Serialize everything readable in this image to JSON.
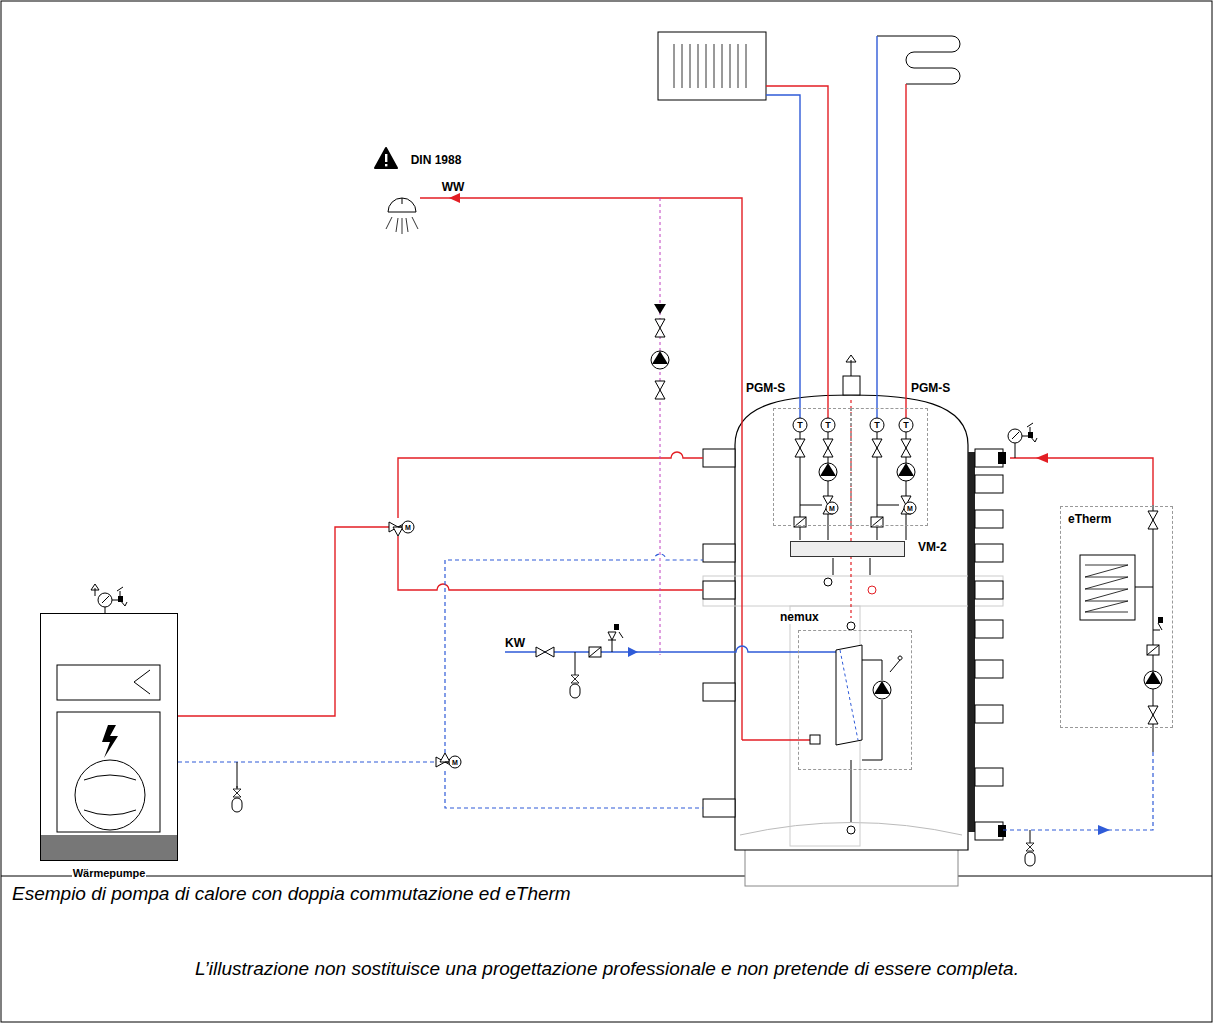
{
  "diagram": {
    "caption": "Esempio di pompa di calore con doppia commutazione ed eTherm",
    "nodes": [
      {
        "text": [
          "PGM-S"
        ]
      },
      {
        "text": [
          "PGM-S"
        ]
      },
      {
        "text": [
          "VM-2"
        ]
      },
      {
        "text": [
          "eTherm"
        ]
      },
      {
        "text": [
          "nemux"
        ]
      },
      {
        "text": [
          "Wärmepumpe"
        ]
      }
    ],
    "labels": [
      "DIN 1988",
      "WW",
      "KW",
      "T",
      "T",
      "T",
      "T",
      "M",
      "M",
      "M",
      "M",
      "L’illustrazione non sostituisce una progettazione professionale e non pretende di essere completa."
    ]
  }
}
